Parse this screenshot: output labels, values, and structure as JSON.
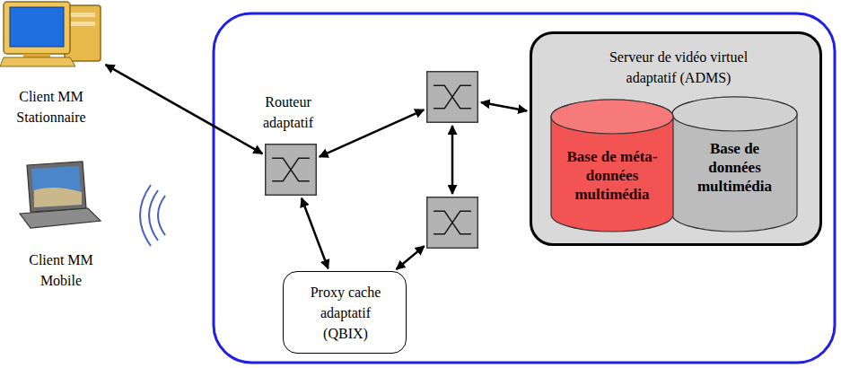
{
  "diagram": {
    "nodes": [
      {
        "text": [
          "Client MM Stationnaire"
        ]
      },
      {
        "text": [
          "Client MM Mobile"
        ]
      },
      {
        "text": [
          "Routeur adaptatif"
        ]
      },
      {
        "text": []
      },
      {
        "text": [
          "Serveur de vidéo virtuel adaptatif (ADMS)"
        ]
      },
      {
        "text": [
          "Base de méta-données multimédia"
        ],
        "in": 4
      },
      {
        "text": [
          "Base de données multimédia"
        ],
        "in": 4
      },
      {
        "text": []
      },
      {
        "text": [
          "Proxy cache adaptatif (QBIX)"
        ]
      }
    ],
    "edges": [
      {
        "from": 0,
        "to": 2,
        "arrow": "both"
      },
      {
        "from": 2,
        "to": 3,
        "arrow": "both"
      },
      {
        "from": 3,
        "to": 4,
        "arrow": "both"
      },
      {
        "from": 3,
        "to": 7,
        "arrow": "both"
      },
      {
        "from": 7,
        "to": 8,
        "arrow": "both"
      },
      {
        "from": 8,
        "to": 2,
        "arrow": "both"
      }
    ]
  }
}
